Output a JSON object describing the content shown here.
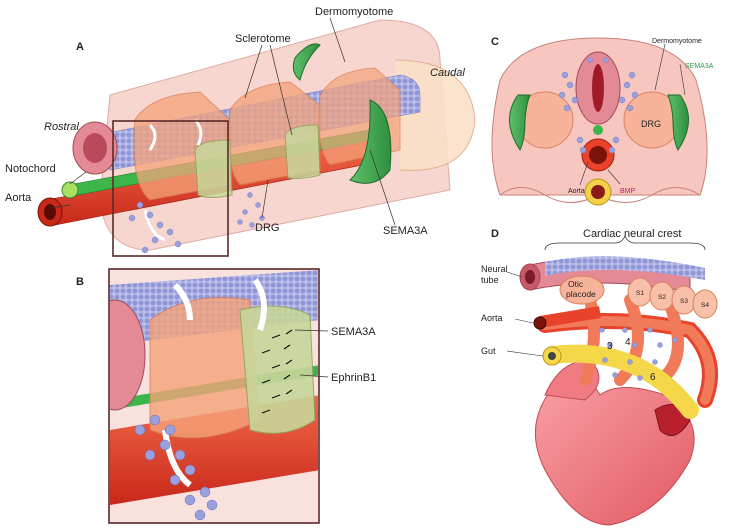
{
  "panels": {
    "a": "A",
    "b": "B",
    "c": "C",
    "d": "D"
  },
  "panel_a": {
    "dermomyotome": "Dermomyotome",
    "sclerotome": "Sclerotome",
    "caudal": "Caudal",
    "rostral": "Rostral",
    "notochord": "Notochord",
    "aorta": "Aorta",
    "drg": "DRG",
    "sema3a": "SEMA3A"
  },
  "panel_b": {
    "sema3a": "SEMA3A",
    "ephrinb1": "EphrinB1"
  },
  "panel_c": {
    "dermomyotome": "Dermomyotome",
    "sema3a": "SEMA3A",
    "drg": "DRG",
    "aorta": "Aorta",
    "bmp": "BMP"
  },
  "panel_d": {
    "cardiac_neural_crest": "Cardiac neural crest",
    "neural_tube_line1": "Neural",
    "neural_tube_line2": "tube",
    "otic_line1": "Otic",
    "otic_line2": "placode",
    "s1": "S1",
    "s2": "S2",
    "s3": "S3",
    "s4": "S4",
    "aorta": "Aorta",
    "gut": "Gut",
    "arch3": "3",
    "arch4": "4",
    "arch6": "6"
  },
  "colors": {
    "sema3a_label": "#2e9b4a",
    "bmp_label": "#c2185b",
    "aorta": "#e8432a",
    "notochord": "#3cb54a",
    "neural_crest_cells": "#9aa0dd",
    "somite": "#f5a37a",
    "heart": "#f07b82"
  }
}
